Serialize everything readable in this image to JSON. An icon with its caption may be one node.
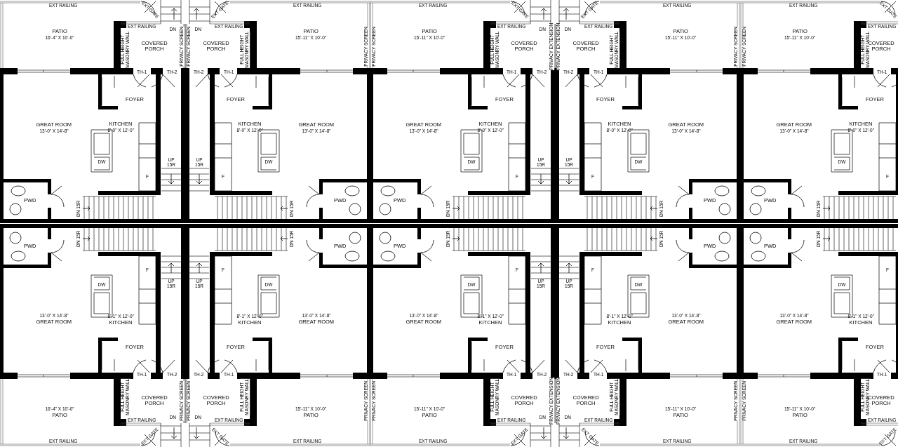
{
  "diagram": {
    "labels": [
      "EXT RAILING",
      "PATIO",
      "16'-4\" X 10'-0\"",
      "EXT GATE",
      "DN",
      "EXT RAILING",
      "FULL HEIGHT MASONRY WALL",
      "COVERED PORCH",
      "PRIVACY SCREEN",
      "TH-1",
      "TH-2",
      "FOYER",
      "GREAT ROOM",
      "13'-0\" X 14'-8\"",
      "KITCHEN",
      "8'-0\" X 12'-0\"",
      "DW",
      "F",
      "UP 15R",
      "PWD",
      "DN 15R",
      "EXT RAILING",
      "PATIO",
      "15'-11\" X 10'-0\"",
      "EXT GATE",
      "DN",
      "EXT RAILING",
      "FULL HEIGHT MASONRY WALL",
      "COVERED PORCH",
      "PRIVACY SCREEN",
      "TH-1",
      "TH-2",
      "FOYER",
      "GREAT ROOM",
      "13'-0\" X 14'-8\"",
      "KITCHEN",
      "8'-0\" X 12'-0\"",
      "DW",
      "F",
      "UP 15R",
      "PWD",
      "DN 15R",
      "PRIVACY SCREEN",
      "EXT RAILING",
      "PATIO",
      "15'-11\" X 10'-0\"",
      "EXT GATE",
      "DN",
      "EXT RAILING",
      "FULL HEIGHT MASONRY WALL",
      "COVERED PORCH",
      "PRIVACY EXTENSION",
      "TH-1",
      "TH-2",
      "FOYER",
      "GREAT ROOM",
      "13'-0\" X 14'-8\"",
      "KITCHEN",
      "8'-0\" X 12'-0\"",
      "DW",
      "F",
      "UP 15R",
      "PWD",
      "DN 15R",
      "PRIVACY SCREEN",
      "EXT RAILING",
      "PATIO",
      "15'-11\" X 10'-0\"",
      "EXT GATE",
      "DN",
      "EXT RAILING",
      "FULL HEIGHT MASONRY WALL",
      "COVERED PORCH",
      "PRIVACY EXTENSION",
      "TH-1",
      "TH-2",
      "FOYER",
      "GREAT ROOM",
      "13'-0\" X 14'-8\"",
      "KITCHEN",
      "8'-0\" X 12'-0\"",
      "DW",
      "F",
      "UP 15R",
      "PWD",
      "DN 15R",
      "PRIVACY SCREEN",
      "EXT RAILING",
      "PATIO",
      "15'-11\" X 10'-0\"",
      "EXT GATE",
      "EXT RAILING",
      "FULL HEIGHT MASONRY WALL",
      "COVERED PORCH",
      "TH-1",
      "FOYER",
      "GREAT ROOM",
      "13'-0\" X 14'-8\"",
      "KITCHEN",
      "8'-0\" X 12'-0\"",
      "DW",
      "F",
      "PWD",
      "DN 15R",
      "PRIVACY SCREEN",
      "EXT RAILING",
      "PATIO",
      "16'-4\" X 10'-0\"",
      "EXT GATE",
      "DN",
      "EXT RAILING",
      "FULL HEIGHT MASONRY WALL",
      "COVERED PORCH",
      "PRIVACY SCREEN",
      "TH-1",
      "TH-2",
      "FOYER",
      "GREAT ROOM",
      "13'-0\" X 14'-8\"",
      "KITCHEN",
      "8'-1\" X 12'-0\"",
      "DW",
      "F",
      "UP 15R",
      "PWD",
      "DN 15R",
      "EXT RAILING",
      "PATIO",
      "15'-11\" X 10'-0\"",
      "EXT GATE",
      "DN",
      "EXT RAILING",
      "FULL HEIGHT MASONRY WALL",
      "COVERED PORCH",
      "PRIVACY SCREEN",
      "TH-1",
      "TH-2",
      "FOYER",
      "GREAT ROOM",
      "13'-0\" X 14'-8\"",
      "KITCHEN",
      "8'-1\" X 12'-0\"",
      "DW",
      "F",
      "UP 15R",
      "PWD",
      "DN 15R",
      "PRIVACY SCREEN",
      "EXT RAILING",
      "PATIO",
      "15'-11\" X 10'-0\"",
      "EXT GATE",
      "DN",
      "EXT RAILING",
      "FULL HEIGHT MASONRY WALL",
      "COVERED PORCH",
      "PRIVACY EXTENSION",
      "TH-1",
      "TH-2",
      "FOYER",
      "GREAT ROOM",
      "13'-0\" X 14'-8\"",
      "KITCHEN",
      "8'-1\" X 12'-0\"",
      "DW",
      "F",
      "UP 15R",
      "PWD",
      "DN 15R",
      "PRIVACY SCREEN",
      "EXT RAILING",
      "PATIO",
      "15'-11\" X 10'-0\"",
      "EXT GATE",
      "DN",
      "EXT RAILING",
      "FULL HEIGHT MASONRY WALL",
      "COVERED PORCH",
      "PRIVACY EXTENSION",
      "TH-1",
      "TH-2",
      "FOYER",
      "GREAT ROOM",
      "13'-0\" X 14'-8\"",
      "KITCHEN",
      "8'-1\" X 12'-0\"",
      "DW",
      "F",
      "UP 15R",
      "PWD",
      "DN 15R",
      "PRIVACY SCREEN",
      "EXT RAILING",
      "PATIO",
      "15'-11\" X 10'-0\"",
      "EXT GATE",
      "EXT RAILING",
      "FULL HEIGHT MASONRY WALL",
      "COVERED PORCH",
      "TH-1",
      "FOYER",
      "GREAT ROOM",
      "13'-0\" X 14'-8\"",
      "KITCHEN",
      "8'-1\" X 12'-0\"",
      "DW",
      "F",
      "PWD",
      "DN 15R",
      "PRIVACY SCREEN"
    ]
  }
}
